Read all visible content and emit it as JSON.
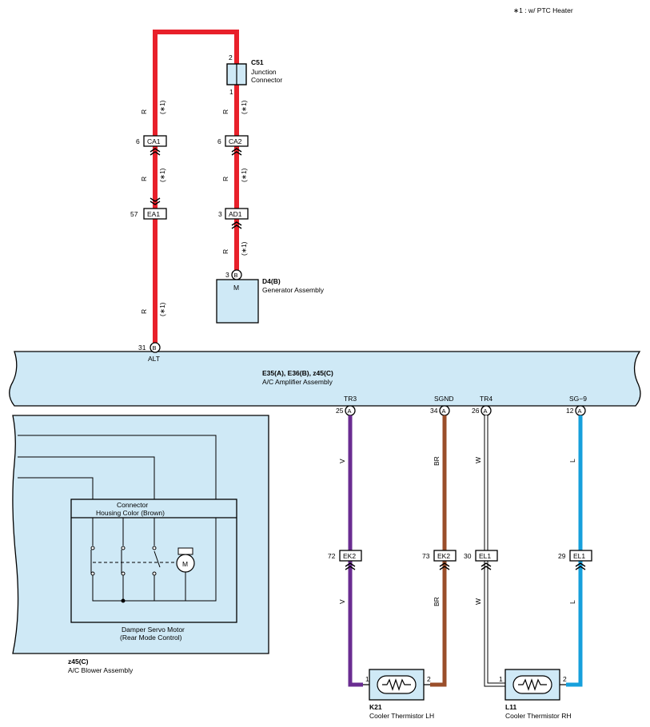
{
  "footnote": "∗1 : w/ PTC Heater",
  "c51": {
    "code": "C51",
    "line1": "Junction",
    "line2": "Connector",
    "pin_top": "2",
    "pin_bottom": "1"
  },
  "ca1": {
    "code": "CA1",
    "pin": "6"
  },
  "ca2": {
    "code": "CA2",
    "pin": "6"
  },
  "ea1": {
    "code": "EA1",
    "pin": "57"
  },
  "ad1": {
    "code": "AD1",
    "pin": "3"
  },
  "d4": {
    "code": "D4(B)",
    "name": "Generator Assembly",
    "pin": "3",
    "connector": "B",
    "motor": "M"
  },
  "wire_r": "R",
  "note_mark": "(∗1)",
  "amp": {
    "codes": "E35(A), E36(B), z45(C)",
    "name": "A/C Amplifier Assembly",
    "alt_pin": "31",
    "alt_conn": "B",
    "alt_label": "ALT"
  },
  "terminals": [
    {
      "label": "TR3",
      "pin": "25",
      "conn": "A",
      "wire": "V",
      "junction": "EK2",
      "jpin": "72"
    },
    {
      "label": "SGND",
      "pin": "34",
      "conn": "A",
      "wire": "BR",
      "junction": "EK2",
      "jpin": "73"
    },
    {
      "label": "TR4",
      "pin": "26",
      "conn": "A",
      "wire": "W",
      "junction": "EL1",
      "jpin": "30"
    },
    {
      "label": "SG−9",
      "pin": "12",
      "conn": "A",
      "wire": "L",
      "junction": "EL1",
      "jpin": "29"
    }
  ],
  "k21": {
    "code": "K21",
    "name": "Cooler Thermistor LH",
    "pin1": "1",
    "pin2": "2"
  },
  "l11": {
    "code": "L11",
    "name": "Cooler Thermistor RH",
    "pin1": "1",
    "pin2": "2"
  },
  "blower": {
    "code": "z45(C)",
    "name": "A/C Blower Assembly",
    "conn_line1": "Connector",
    "conn_line2": "Housing Color (Brown)",
    "motor_line1": "Damper Servo Motor",
    "motor_line2": "(Rear Mode Control)",
    "motor": "M"
  },
  "colors": {
    "red": "#e8202a",
    "violet": "#6a2c91",
    "brown": "#9a4e2a",
    "blue": "#16a0dc",
    "fill": "#cfe9f6",
    "white_wire": "#ffffff"
  }
}
